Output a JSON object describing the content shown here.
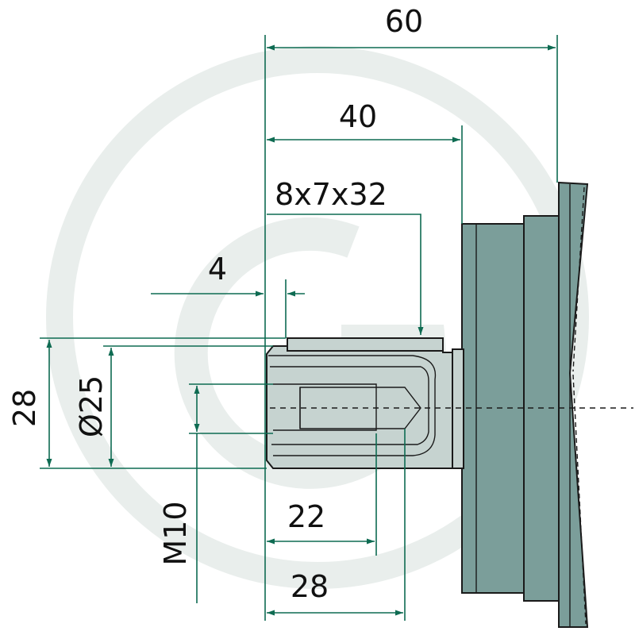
{
  "dimensions": {
    "overall_length": "60",
    "shaft_to_flange": "40",
    "spline_spec": "8x7x32",
    "chamfer_offset": "4",
    "outer_height": "28",
    "spline_diameter": "Ø25",
    "thread": "M10",
    "thread_depth": "22",
    "spline_length": "28"
  },
  "colors": {
    "dimension_line": "#0e6b52",
    "flange_fill": "#7b9e9a",
    "shaft_fill": "#c6d3d0",
    "watermark": "#e9eeec"
  }
}
